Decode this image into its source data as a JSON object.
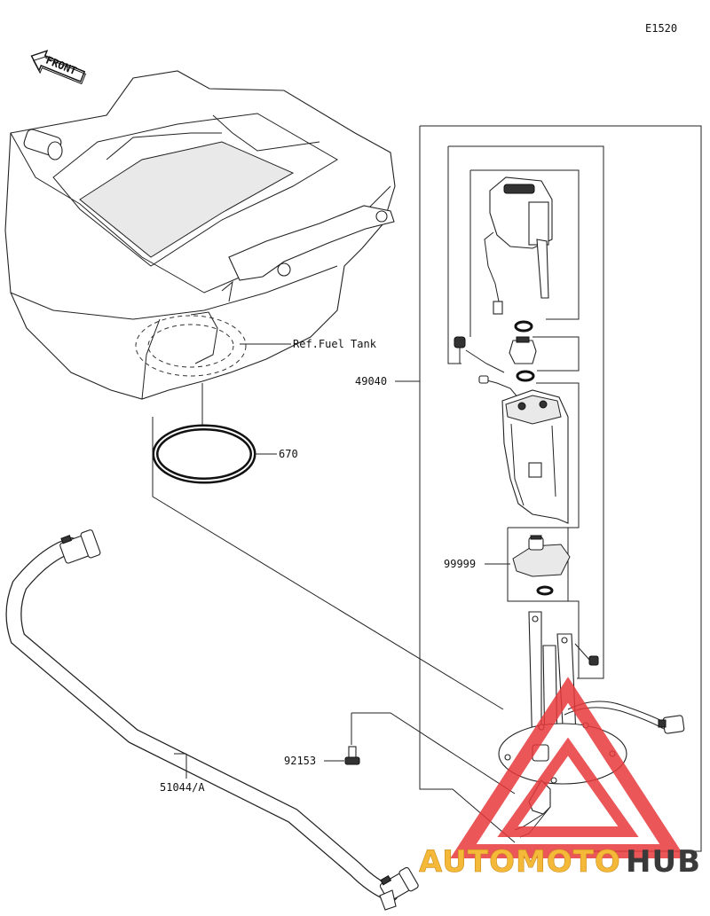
{
  "diagram_code": "E1520",
  "front_label": "FRONT",
  "labels": {
    "fuel_tank": "Ref.Fuel Tank",
    "gasket": "670",
    "fuel_pump_assy": "49040",
    "filter": "99999",
    "bolt": "92153",
    "hose": "51044/A"
  },
  "watermark": {
    "part1": "AUTOMOTO",
    "part2": "HUB",
    "color1": "#f5b93a",
    "color2": "#3a3a3a",
    "triangle_color": "#e8393b"
  }
}
